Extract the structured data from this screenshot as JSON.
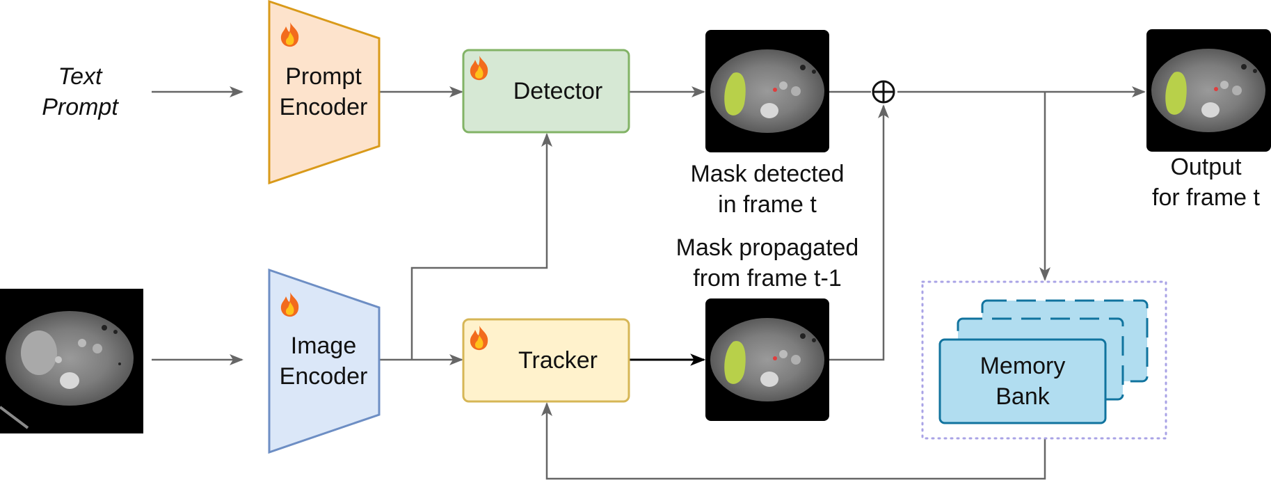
{
  "text_prompt": {
    "line1": "Text",
    "line2": "Prompt"
  },
  "prompt_encoder": {
    "line1": "Prompt",
    "line2": "Encoder",
    "fill": "#fde3cc",
    "stroke": "#d99a1a"
  },
  "image_encoder": {
    "line1": "Image",
    "line2": "Encoder",
    "fill": "#dbe7f8",
    "stroke": "#6d8ec4"
  },
  "detector": {
    "label": "Detector",
    "fill": "#d6e8d4",
    "stroke": "#82b366"
  },
  "tracker": {
    "label": "Tracker",
    "fill": "#fff2cc",
    "stroke": "#d6b656"
  },
  "memory_bank": {
    "line1": "Memory",
    "line2": "Bank",
    "fill": "#b1ddf0",
    "stroke": "#10739e",
    "frame_stroke": "#a9a3e6"
  },
  "mask_detected": {
    "line1": "Mask detected",
    "line2": "in frame t"
  },
  "mask_propagated": {
    "line1": "Mask propagated",
    "line2": "from frame t-1"
  },
  "output": {
    "line1": "Output",
    "line2": "for frame t"
  },
  "combine_symbol": "⊕",
  "icons": {
    "trainable": "fire-icon"
  },
  "colors": {
    "arrow": "#666666",
    "mask_organ": "#b8d04a",
    "mask_detail": "#e03c3c"
  }
}
